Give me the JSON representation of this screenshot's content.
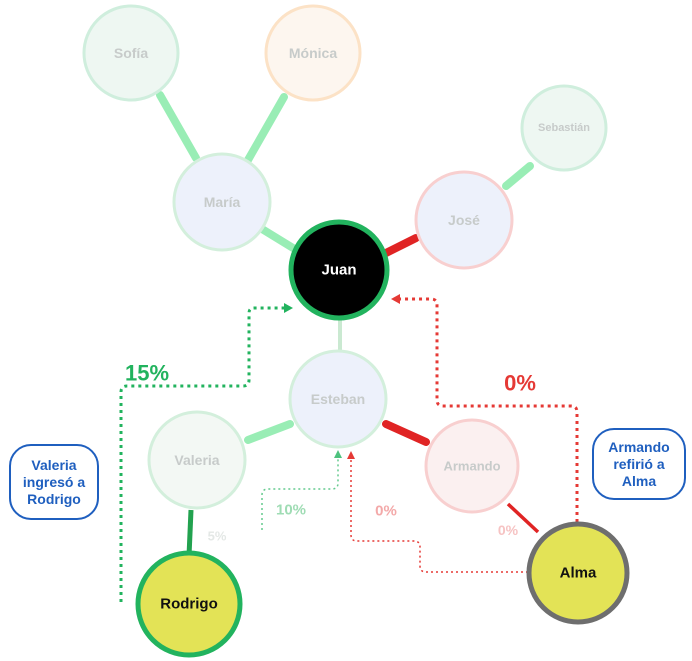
{
  "nodes": {
    "sofia": "Sofía",
    "monica": "Mónica",
    "maria": "María",
    "sebastian": "Sebastián",
    "jose": "José",
    "juan": "Juan",
    "esteban": "Esteban",
    "valeria": "Valeria",
    "armando": "Armando",
    "rodrigo": "Rodrigo",
    "alma": "Alma"
  },
  "percentages": {
    "rodrigo_to_juan": "15%",
    "alma_to_juan": "0%",
    "rodrigo_to_esteban": "10%",
    "alma_to_esteban": "0%",
    "rodrigo_to_valeria": "5%",
    "alma_to_armando": "0%"
  },
  "notes": {
    "valeria": "Valeria\ningresó a\nRodrigo",
    "armando": "Armando\nrefirió a\nAlma"
  },
  "colors": {
    "green": "#22b35e",
    "red": "#e53935",
    "juan_fill": "#000000",
    "highlight_fill": "#e3e356",
    "note_blue": "#1f5fbf"
  }
}
